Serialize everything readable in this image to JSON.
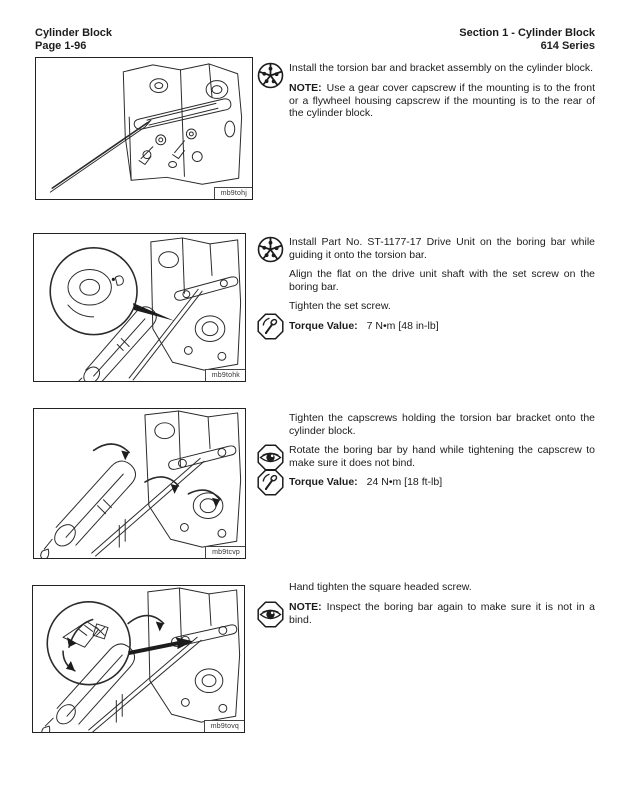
{
  "header": {
    "doc_title": "Cylinder Block",
    "page_number": "Page 1-96",
    "section_title": "Section 1 - Cylinder Block",
    "series": "614 Series"
  },
  "accent_colors": {
    "ink": "#1c1c1c",
    "paper": "#ffffff"
  },
  "figures": [
    {
      "caption": "mb9tohj",
      "alt": "Torsion bar and bracket assembly installed on cylinder block"
    },
    {
      "caption": "mb9tohk",
      "alt": "ST-1177-17 drive unit guided onto boring bar with set screw inset detail"
    },
    {
      "caption": "mb9tcvp",
      "alt": "Tightening capscrews while rotating boring bar, rotation arrows"
    },
    {
      "caption": "mb9tovq",
      "alt": "Hand tightening square headed screw, wrench inset detail"
    }
  ],
  "icons": {
    "install": "install-assembly-icon",
    "torque": "torque-wrench-icon",
    "inspect": "inspect-eye-icon"
  },
  "sections": [
    {
      "steps": [
        {
          "icon": "install-assembly-icon",
          "text": "Install the torsion bar and bracket assembly on the cylinder block."
        },
        {
          "label": "NOTE:",
          "text": "Use a gear cover capscrew if the mounting is to the front or a flywheel housing capscrew if the mounting is to the rear of the cylinder block."
        }
      ]
    },
    {
      "steps": [
        {
          "icon": "install-assembly-icon",
          "text": "Install Part No. ST-1177-17 Drive Unit on the boring bar while guiding it onto the torsion bar."
        },
        {
          "text": "Align the flat on the drive unit shaft with the set screw on the boring bar."
        },
        {
          "text": "Tighten the set screw."
        },
        {
          "icon": "torque-wrench-icon",
          "label": "Torque Value:",
          "text": "7 N•m [48 in-lb]"
        }
      ]
    },
    {
      "steps": [
        {
          "text": "Tighten the capscrews holding the torsion bar bracket onto the cylinder block."
        },
        {
          "icon": "inspect-eye-icon",
          "text": "Rotate the boring bar by hand while tightening the capscrew to make sure it does not bind."
        },
        {
          "icon": "torque-wrench-icon",
          "label": "Torque Value:",
          "text": "24 N•m [18 ft-lb]"
        }
      ]
    },
    {
      "steps": [
        {
          "text": "Hand tighten the square headed screw."
        },
        {
          "icon": "inspect-eye-icon",
          "label": "NOTE:",
          "text": "Inspect the boring bar again to make sure it is not in a bind."
        }
      ]
    }
  ]
}
